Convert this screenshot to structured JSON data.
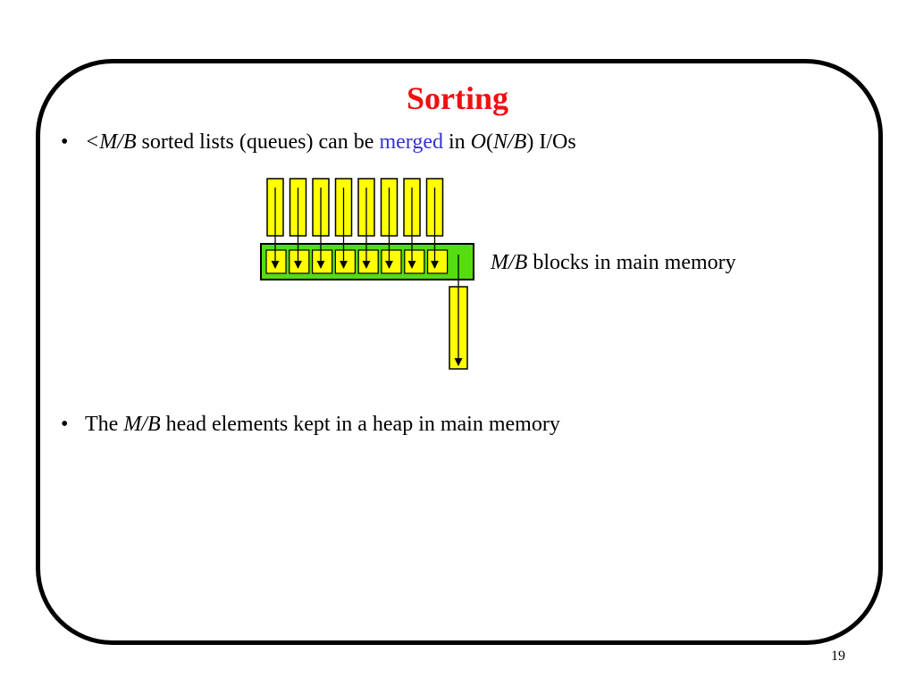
{
  "title": "Sorting",
  "colors": {
    "title": "#ee1111",
    "highlight": "#3333cc",
    "block_fill": "#ffff00",
    "memory_fill": "#55dd11"
  },
  "bullet_glyph": "•",
  "bullet1": {
    "lt": "<",
    "mb": "M/B",
    "text1": " sorted lists (queues) can be ",
    "merged": "merged",
    "text2": " in ",
    "o": "O",
    "paren_open": "(",
    "nb": "N/B",
    "text3": ") I/Os"
  },
  "diagram": {
    "input_queue_count": 8,
    "memory_block_count": 8
  },
  "memory_label": {
    "mb": "M/B",
    "text": " blocks in main memory"
  },
  "bullet2": {
    "text1": "The ",
    "mb": "M/B",
    "text2": " head elements kept in a heap in main memory"
  },
  "page_number": "19"
}
